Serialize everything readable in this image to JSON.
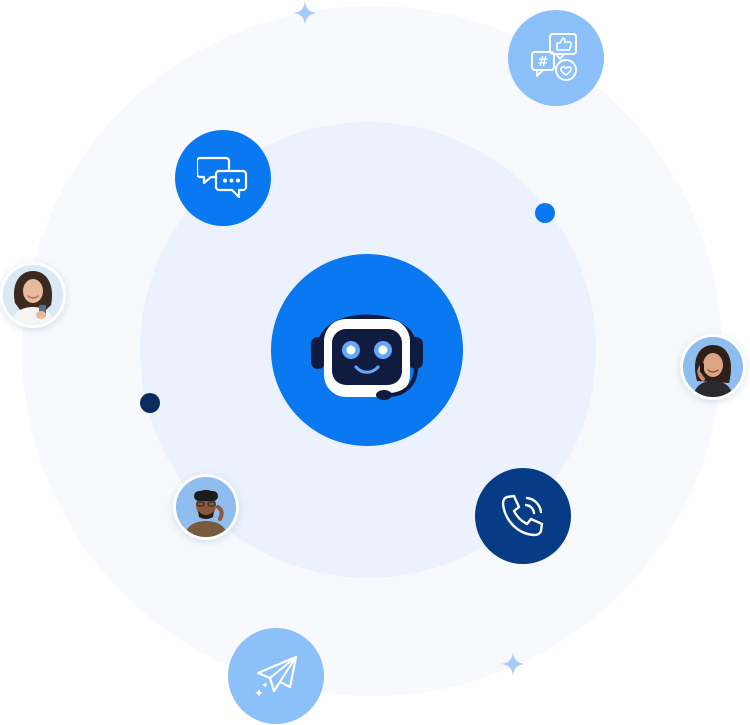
{
  "colors": {
    "outer_ring": "#f7f9fd",
    "inner_ring": "#ebf2fe",
    "primary_blue": "#0a78f0",
    "light_blue": "#8cc0fb",
    "dark_navy": "#063c86",
    "navy_dot": "#0b2b5c",
    "sparkle": "#a7cbf8",
    "robot_face": "#0f1c3f",
    "robot_eyes": "#62a7f8"
  },
  "icons": {
    "center": "chatbot-headset-icon",
    "chat": "chat-bubbles-icon",
    "social": "social-engagement-icon",
    "call": "phone-call-icon",
    "send": "paper-plane-icon",
    "avatars": [
      "woman-with-phone-avatar",
      "woman-on-call-avatar",
      "man-on-call-avatar"
    ]
  }
}
